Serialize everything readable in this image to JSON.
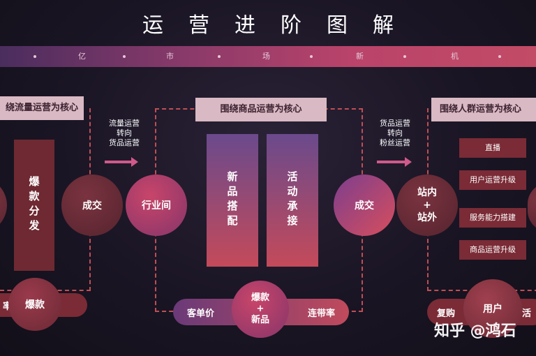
{
  "title": "运营进阶图解",
  "banner": [
    "亿",
    "市",
    "场",
    "新",
    "机"
  ],
  "left": {
    "header": "绕流量运营为核心",
    "bar": "爆款分发",
    "circle": "成交",
    "bottom_left": "率",
    "bottom_center": "爆款"
  },
  "arrow1": {
    "line1": "流量运营",
    "line2": "转向",
    "line3": "货品运营"
  },
  "middle": {
    "header": "围绕商品运营为核心",
    "left_circle": "行业间",
    "bar_left": "新品搭配",
    "bar_right": "活动承接",
    "right_circle": "成交",
    "pill_left": "客单价",
    "pill_right": "连带率",
    "center_circle": {
      "top": "爆款",
      "plus": "+",
      "bottom": "新品"
    }
  },
  "arrow2": {
    "line1": "货品运营",
    "line2": "转向",
    "line3": "粉丝运营"
  },
  "right": {
    "circle": {
      "top": "站内",
      "plus": "+",
      "bottom": "站外"
    },
    "header": "围绕人群运营为核心",
    "items": [
      "直播",
      "用户运营升级",
      "服务能力搭建",
      "商品运营升级"
    ],
    "bottom_left": "复购",
    "bottom_center": "用户",
    "bottom_right": "活"
  },
  "watermark": "知乎 @鸿石"
}
